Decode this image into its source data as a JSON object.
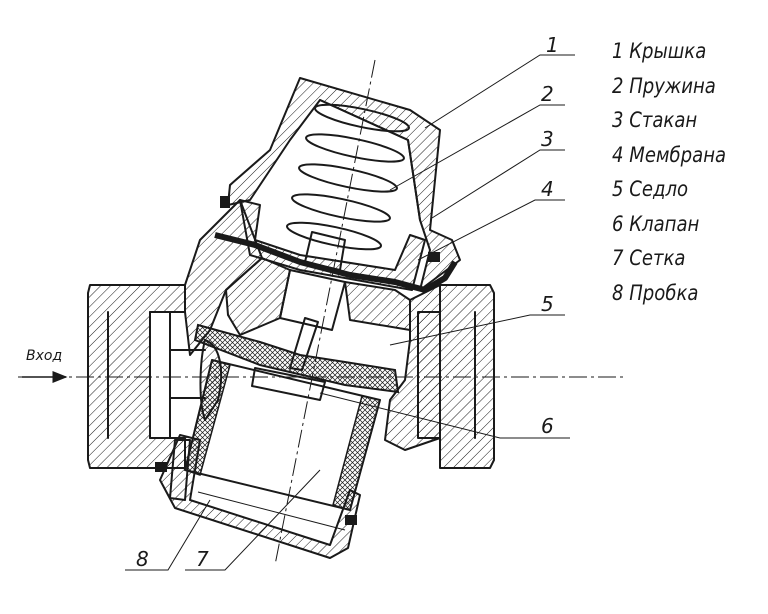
{
  "inlet_label": "Вход",
  "callouts": [
    "1",
    "2",
    "3",
    "4",
    "5",
    "6",
    "7",
    "8"
  ],
  "legend": [
    "1 Крышка",
    "2 Пружина",
    "3 Стакан",
    "4 Мембрана",
    "5 Седло",
    "6 Клапан",
    "7 Сетка",
    "8 Пробка"
  ]
}
